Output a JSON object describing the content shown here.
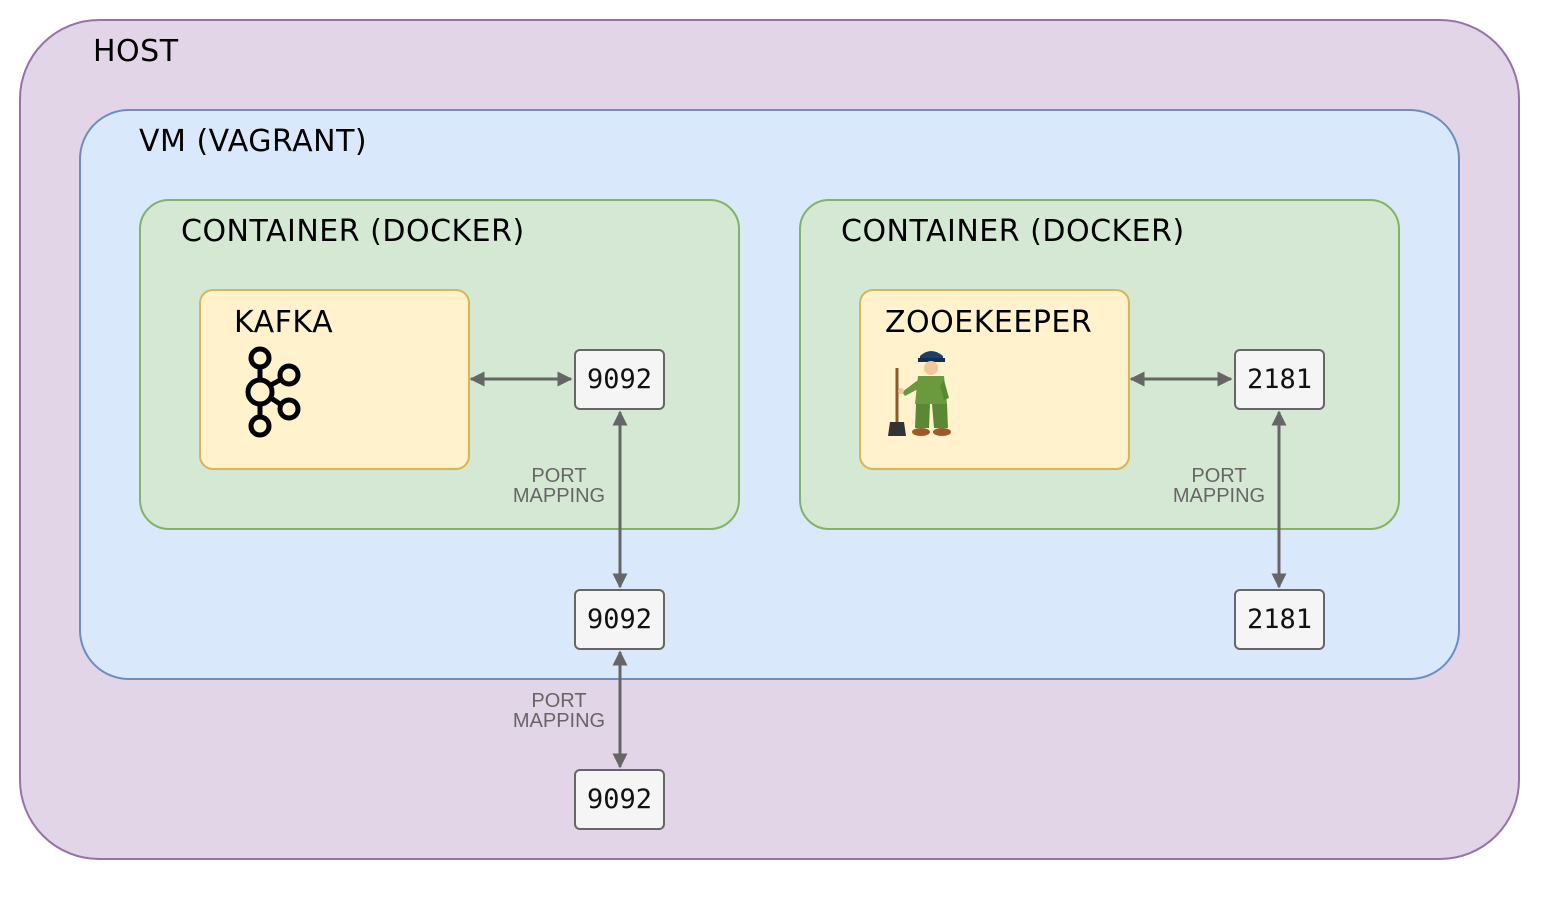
{
  "host": {
    "label": "HOST"
  },
  "vm": {
    "label": "VM (VAGRANT)"
  },
  "containers": [
    {
      "label": "CONTAINER (DOCKER)",
      "service": "KAFKA",
      "service_icon": "kafka-logo-icon"
    },
    {
      "label": "CONTAINER (DOCKER)",
      "service": "ZOOEKEEPER",
      "service_icon": "zookeeper-figure-icon"
    }
  ],
  "ports": {
    "kafka_container": "9092",
    "kafka_vm": "9092",
    "kafka_host": "9092",
    "zk_container": "2181",
    "zk_vm": "2181"
  },
  "port_mapping_labels": {
    "kafka_container_vm": [
      "PORT",
      "MAPPING"
    ],
    "kafka_vm_host": [
      "PORT",
      "MAPPING"
    ],
    "zk_container_vm": [
      "PORT",
      "MAPPING"
    ]
  },
  "colors": {
    "host_fill": "#e1d5e7",
    "host_stroke": "#9673a6",
    "vm_fill": "#dae8fc",
    "vm_stroke": "#6c8ebf",
    "container_fill": "#d5e8d4",
    "container_stroke": "#82b366",
    "service_fill": "#fff2cc",
    "service_stroke": "#d6b656",
    "port_fill": "#f5f5f5",
    "port_stroke": "#666666",
    "arrow": "#666666"
  }
}
